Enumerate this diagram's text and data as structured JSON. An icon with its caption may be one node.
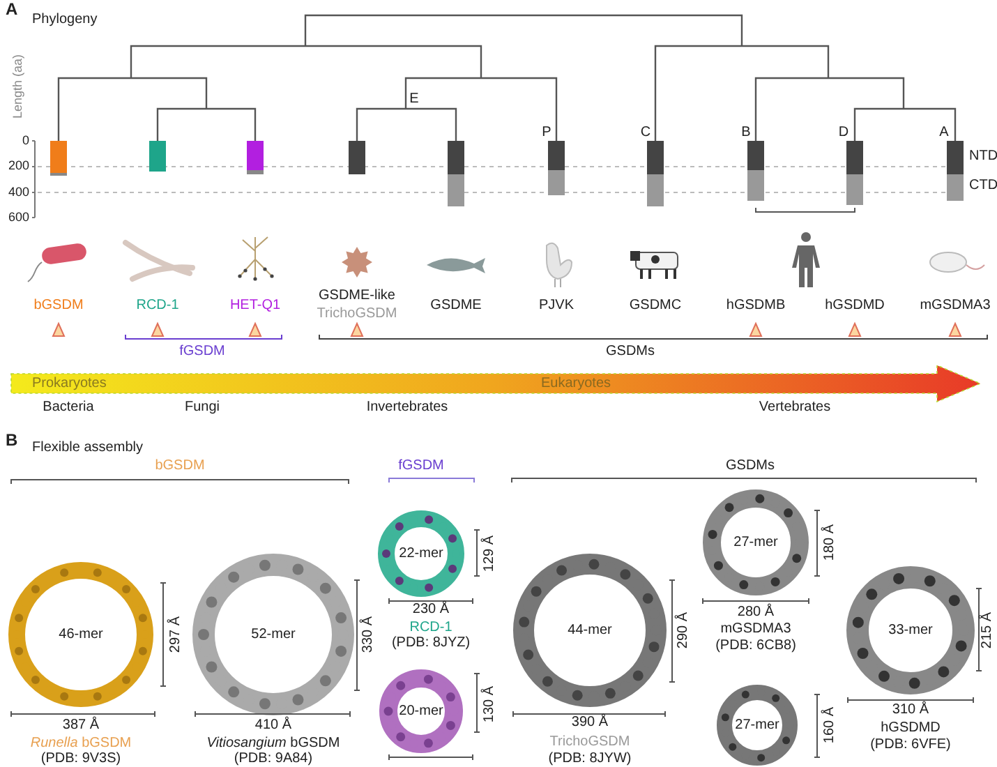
{
  "diagram": {
    "labels": [
      "A",
      "Phylogeny",
      "Length (aa)",
      "0",
      "200",
      "400",
      "600",
      "E",
      "P",
      "C",
      "B",
      "D",
      "A",
      "NTD",
      "CTD",
      "bGSDM",
      "RCD-1",
      "HET-Q1",
      "GSDME-like",
      "TrichoGSDM",
      "GSDME",
      "PJVK",
      "GSDMC",
      "hGSDMB",
      "hGSDMD",
      "mGSDMA3",
      "fGSDM",
      "GSDMs",
      "Prokaryotes",
      "Eukaryotes",
      "Bacteria",
      "Fungi",
      "Invertebrates",
      "Vertebrates",
      "B",
      "Flexible assembly",
      "bGSDM",
      "fGSDM",
      "GSDMs",
      "46-mer",
      "297 Å",
      "387 Å",
      "*Runella* bGSDM",
      "(PDB: 9V3S)",
      "52-mer",
      "330 Å",
      "410 Å",
      "*Vitiosangium* bGSDM",
      "(PDB: 9A84)",
      "22-mer",
      "129 Å",
      "230 Å",
      "RCD-1",
      "(PDB: 8JYZ)",
      "20-mer",
      "130 Å",
      "44-mer",
      "290 Å",
      "390 Å",
      "TrichoGSDM",
      "(PDB: 8JYW)",
      "27-mer",
      "180 Å",
      "280 Å",
      "mGSDMA3",
      "(PDB: 6CB8)",
      "27-mer",
      "160 Å",
      "33-mer",
      "215 Å",
      "310 Å",
      "hGSDMD",
      "(PDB: 6VFE)"
    ]
  }
}
